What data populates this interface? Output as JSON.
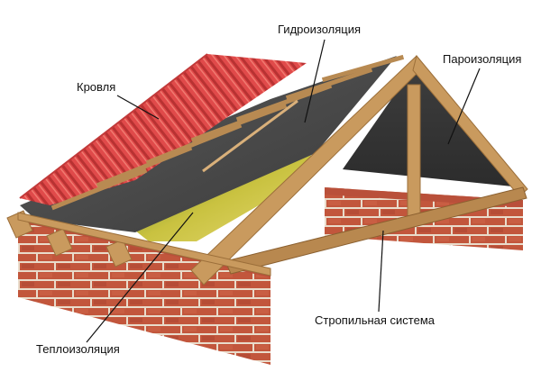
{
  "diagram": {
    "labels": {
      "roofing": "Кровля",
      "waterproofing": "Гидроизоляция",
      "vapor_barrier": "Пароизоляция",
      "rafter_system": "Стропильная система",
      "thermal_insulation": "Теплоизоляция"
    },
    "colors": {
      "roof_tile": "#e04a4a",
      "roof_tile_shadow": "#b83232",
      "membrane": "#4a4a4a",
      "wood": "#c99a5e",
      "wood_dark": "#9c6f3a",
      "brick": "#c2563c",
      "mortar": "#e9dccb",
      "insulation": "#d6c84a",
      "leader_line": "#111111"
    }
  }
}
